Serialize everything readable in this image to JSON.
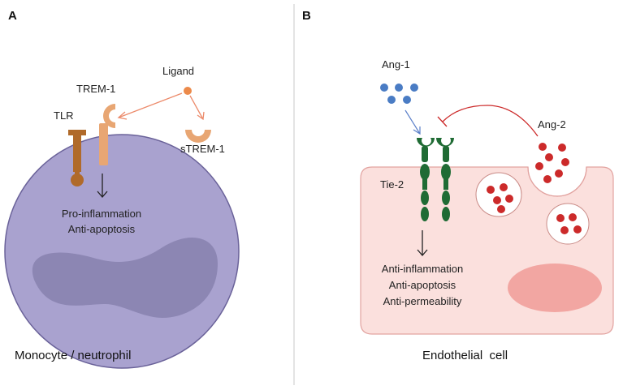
{
  "panel_a": {
    "letter": "A",
    "ligand_label": "Ligand",
    "trem1_label": "TREM-1",
    "tlr_label": "TLR",
    "strem1_label": "sTREM-1",
    "effects": [
      "Pro-inflammation",
      "Anti-apoptosis"
    ],
    "caption": "Monocyte / neutrophil",
    "colors": {
      "cell": "#a9a2cf",
      "cell_border": "#6a6299",
      "nucleus": "#8c86b3",
      "trem": "#e8a673",
      "tlr": "#b06a2a",
      "ligand": "#ec8a4a",
      "arrow": "#ec8a6a"
    }
  },
  "panel_b": {
    "letter": "B",
    "ang1_label": "Ang-1",
    "ang2_label": "Ang-2",
    "tie2_label": "Tie-2",
    "effects": [
      "Anti-inflammation",
      "Anti-apoptosis",
      "Anti-permeability"
    ],
    "caption": "Endothelial  cell",
    "colors": {
      "cell": "#fbe0dd",
      "cell_border": "#e2a3a0",
      "nucleus": "#f2a6a2",
      "tie2": "#1f6b34",
      "ang1": "#4a7cc4",
      "ang2": "#cc2a2a",
      "vesicle_border": "#c98a86",
      "inhibit_line": "#cc2a2a",
      "ang1_arrow": "#5a7fc8"
    }
  }
}
